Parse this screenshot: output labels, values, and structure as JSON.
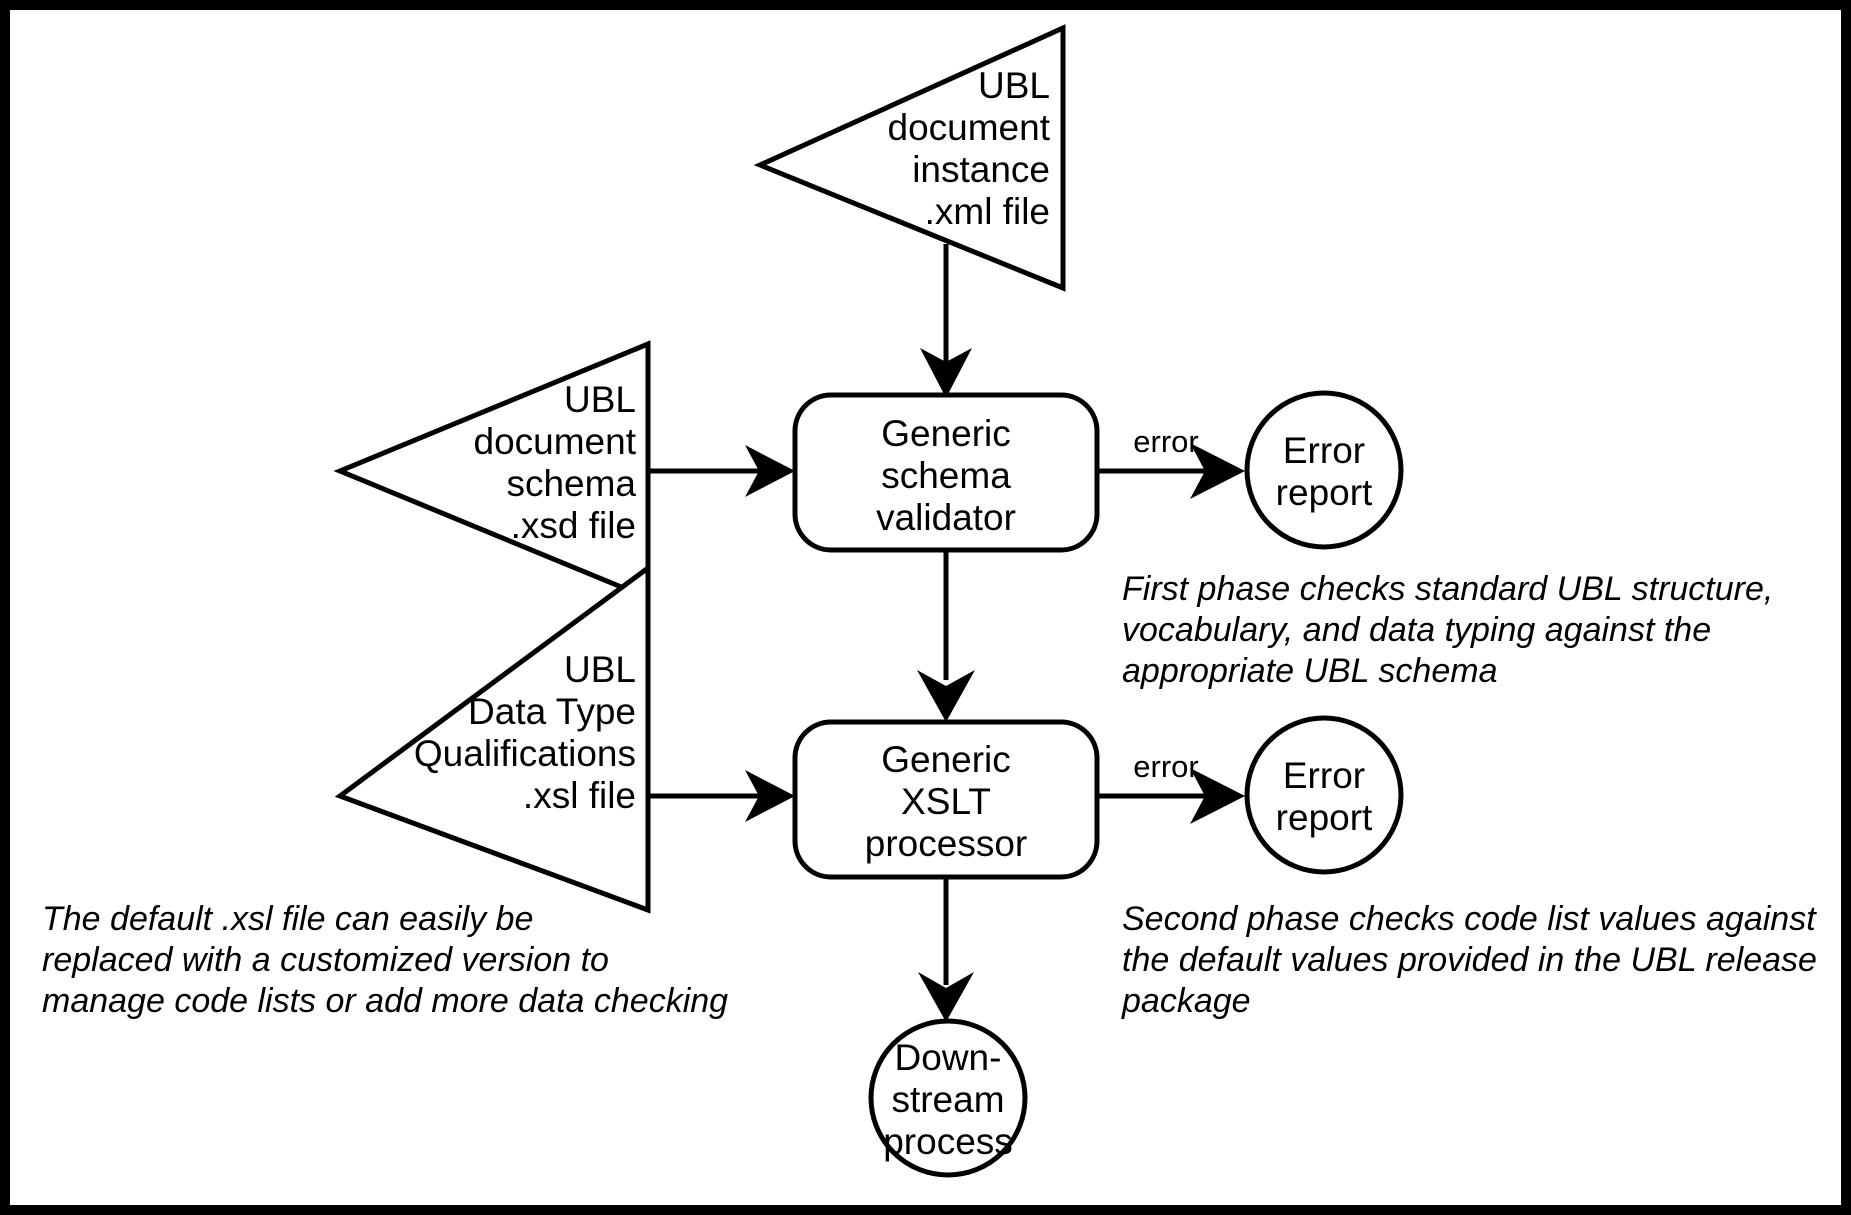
{
  "diagram": {
    "title": "UBL two-phase document validation flow",
    "frame_color": "#000000",
    "shape_fill": "#ffffff",
    "stroke_color": "#000000",
    "inputs": [
      {
        "id": "ubl-document-instance",
        "shape": "triangle",
        "lines": [
          "UBL",
          "document",
          "instance",
          ".xml file"
        ]
      },
      {
        "id": "ubl-document-schema",
        "shape": "triangle",
        "lines": [
          "UBL",
          "document",
          "schema",
          ".xsd file"
        ]
      },
      {
        "id": "ubl-data-type-qualifications",
        "shape": "triangle",
        "lines": [
          "UBL",
          "Data Type",
          "Qualifications",
          ".xsl file"
        ]
      }
    ],
    "processes": [
      {
        "id": "generic-schema-validator",
        "shape": "rounded-rect",
        "lines": [
          "Generic",
          "schema",
          "validator"
        ]
      },
      {
        "id": "generic-xslt-processor",
        "shape": "rounded-rect",
        "lines": [
          "Generic",
          "XSLT",
          "processor"
        ]
      }
    ],
    "outputs": [
      {
        "id": "error-report-1",
        "shape": "circle",
        "lines": [
          "Error",
          "report"
        ]
      },
      {
        "id": "error-report-2",
        "shape": "circle",
        "lines": [
          "Error",
          "report"
        ]
      },
      {
        "id": "downstream-process",
        "shape": "circle",
        "lines": [
          "Down-",
          "stream",
          "process"
        ]
      }
    ],
    "edge_labels": {
      "error_1": "error",
      "error_2": "error"
    },
    "notes": [
      {
        "id": "note-first-phase",
        "lines": [
          "First phase checks standard UBL structure,",
          "vocabulary, and data typing against the",
          "appropriate UBL schema"
        ]
      },
      {
        "id": "note-second-phase",
        "lines": [
          "Second phase checks code list values against",
          "the default values provided in the UBL release",
          "package"
        ]
      },
      {
        "id": "note-default-xsl",
        "lines": [
          "The default .xsl file can easily be",
          "replaced with a customized version to",
          "manage code lists or add more data checking"
        ]
      }
    ]
  }
}
